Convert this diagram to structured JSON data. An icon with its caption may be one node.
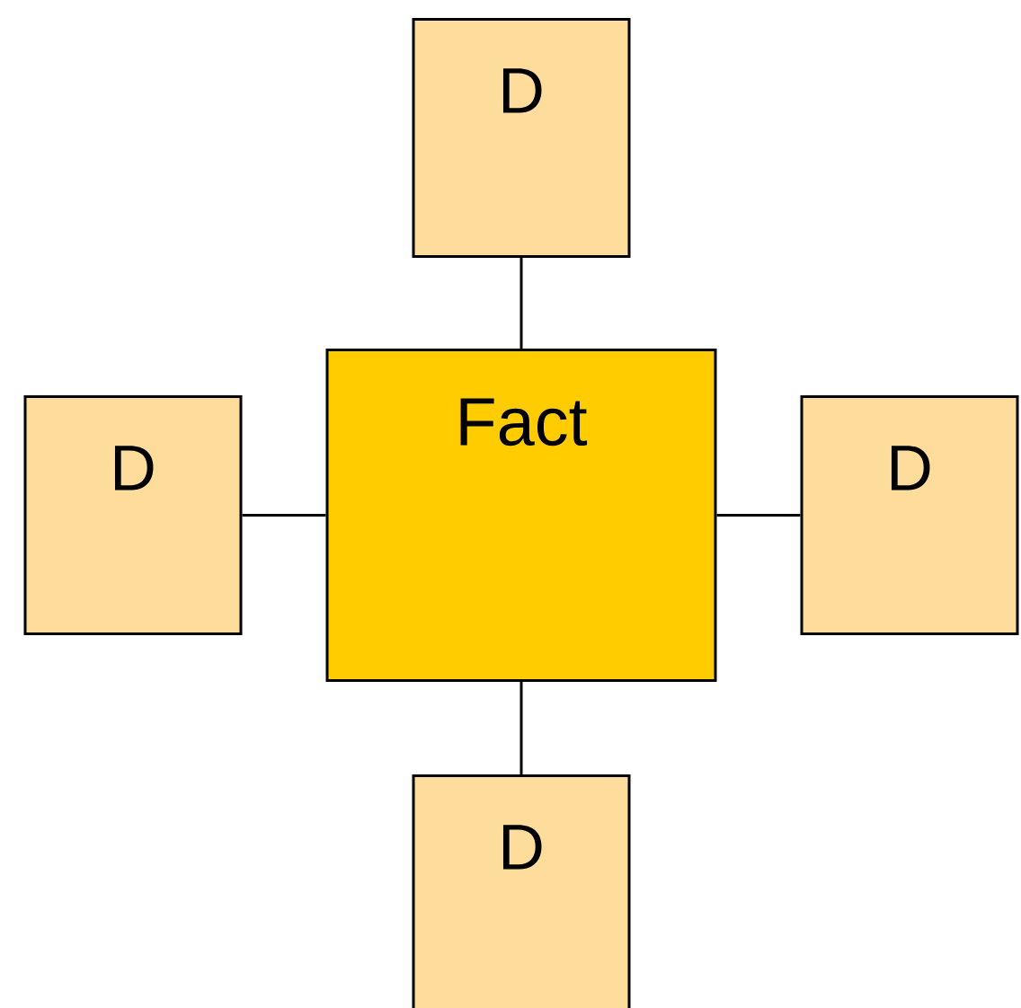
{
  "diagram": {
    "nodes": [
      {
        "text": [
          "D"
        ]
      },
      {
        "text": [
          "D"
        ]
      },
      {
        "text": [
          "Fact"
        ]
      },
      {
        "text": [
          "D"
        ]
      },
      {
        "text": [
          "D"
        ]
      }
    ],
    "edges": [
      {
        "from": 2,
        "to": 0,
        "arrow": "none"
      },
      {
        "from": 2,
        "to": 1,
        "arrow": "none"
      },
      {
        "from": 2,
        "to": 3,
        "arrow": "none"
      },
      {
        "from": 2,
        "to": 4,
        "arrow": "none"
      }
    ]
  }
}
